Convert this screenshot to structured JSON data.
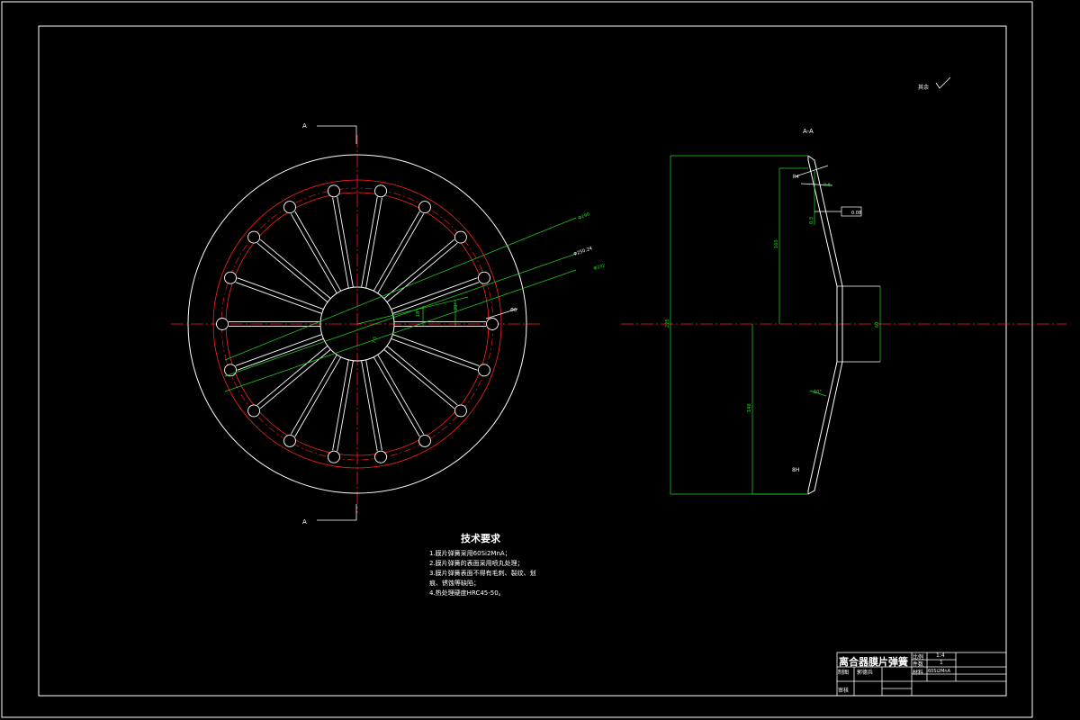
{
  "section_labels": {
    "top": "A",
    "bottom": "A",
    "section_view": "A-A"
  },
  "roughness_note": "其余",
  "dimensions": {
    "front_view": [
      "Φ290",
      "Φ250.24",
      "Φ232",
      "18°",
      "20°",
      "7.5",
      "Φ6"
    ],
    "side_view": [
      "R4",
      "0.6",
      "0.3",
      "160",
      "225",
      "140",
      "60",
      "60°",
      "8H",
      "0.08"
    ]
  },
  "technical_requirements": {
    "title": "技术要求",
    "items": [
      "1.膜片弹簧采用60Si2MnA；",
      "2.膜片弹簧的表面采用喷丸处理；",
      "3.膜片弹簧表面不得有毛刺、裂纹、划",
      "痕、锈蚀等缺陷；",
      "4.热处理硬度HRC45-50。"
    ]
  },
  "title_block": {
    "part_name": "离合器膜片弹簧",
    "scale_label": "比例",
    "scale_value": "1:4",
    "quantity_label": "件数",
    "quantity_value": "1",
    "drawn_label": "制图",
    "drawn_value": "郭德兵",
    "material_label": "材料",
    "material_value": "60Si2MnA",
    "checked_label": "审核"
  },
  "colors": {
    "background": "#000000",
    "outline": "#ffffff",
    "centerline": "#ff2020",
    "dimension": "#22dd22"
  }
}
